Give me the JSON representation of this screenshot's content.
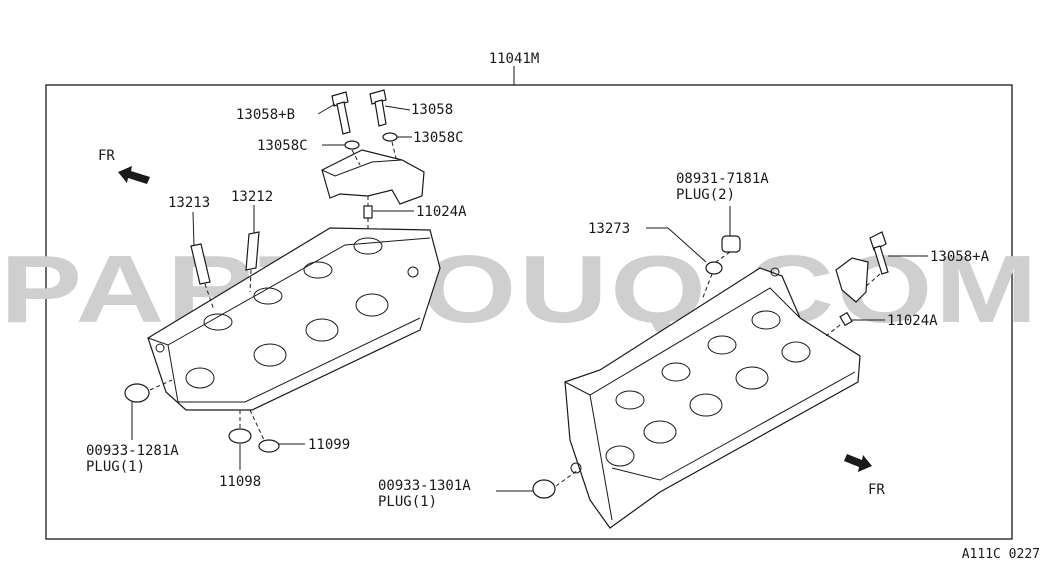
{
  "diagram": {
    "assembly_code": "11041M",
    "figure_code": "A111C 0227",
    "watermark": "PARTSOUQ.COM",
    "fr_left": "FR",
    "fr_right": "FR",
    "labels": {
      "p13058B": "13058+B",
      "p13058": "13058",
      "p13058C_left": "13058C",
      "p13058C_right": "13058C",
      "p11024A_top": "11024A",
      "p13213": "13213",
      "p13212": "13212",
      "p08931": "08931-7181A",
      "p08931_plug": "PLUG(2)",
      "p13273": "13273",
      "p13058A": "13058+A",
      "p11024A_right": "11024A",
      "p00933_1281": "00933-1281A",
      "p00933_1281_plug": "PLUG(1)",
      "p11099": "11099",
      "p11098": "11098",
      "p00933_1301": "00933-1301A",
      "p00933_1301_plug": "PLUG(1)"
    }
  }
}
